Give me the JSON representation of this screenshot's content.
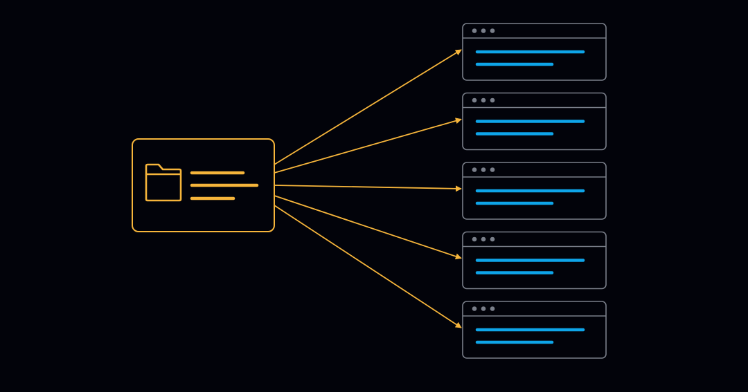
{
  "colors": {
    "background": "#02030a",
    "source_accent": "#f6b53b",
    "target_frame": "#7a7f8a",
    "target_dots": "#7a7f8a",
    "target_lines": "#0ea5e9",
    "arrows": "#f6b53b"
  },
  "source": {
    "icon": "folder-icon",
    "text_lines": 3
  },
  "targets": [
    {
      "id": "window-1",
      "icon": "browser-window-icon",
      "text_lines": 2
    },
    {
      "id": "window-2",
      "icon": "browser-window-icon",
      "text_lines": 2
    },
    {
      "id": "window-3",
      "icon": "browser-window-icon",
      "text_lines": 2
    },
    {
      "id": "window-4",
      "icon": "browser-window-icon",
      "text_lines": 2
    },
    {
      "id": "window-5",
      "icon": "browser-window-icon",
      "text_lines": 2
    }
  ]
}
